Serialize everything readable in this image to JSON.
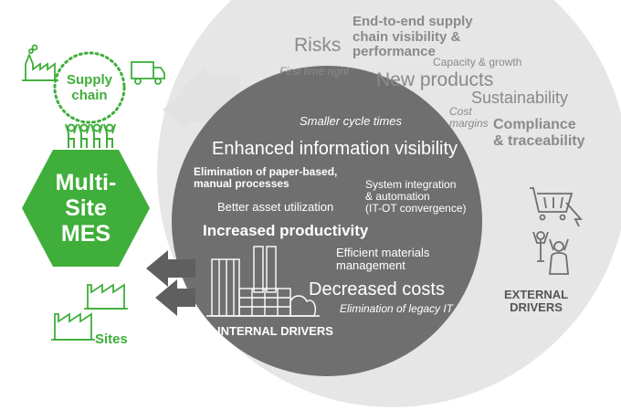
{
  "left": {
    "supply_chain": "Supply\nchain",
    "hexagon": "Multi-\nSite\nMES",
    "sites": "Sites"
  },
  "external": {
    "risks": "Risks",
    "end_to_end": "End-to-end supply\nchain visibility &\nperformance",
    "first_time_right": "First time right",
    "capacity": "Capacity & growth",
    "new_products": "New products",
    "sustainability": "Sustainability",
    "cost_margins": "Cost\nmargins",
    "compliance": "Compliance\n& traceability",
    "caption": "EXTERNAL\nDRIVERS"
  },
  "internal": {
    "smaller_cycle": "Smaller cycle times",
    "enhanced": "Enhanced information visibility",
    "paper": "Elimination of paper-based,\nmanual processes",
    "system_integration": "System integration\n& automation\n(IT-OT convergence)",
    "asset": "Better asset utilization",
    "productivity": "Increased productivity",
    "materials": "Efficient materials\nmanagement",
    "costs": "Decreased costs",
    "legacy": "Elimination of legacy IT",
    "caption": "INTERNAL DRIVERS"
  },
  "colors": {
    "green": "#3fae3a",
    "internal_circle": "#6f6f6f",
    "external_circle": "#e6e6e6",
    "arrow_dark": "#5f5f5f",
    "arrow_light": "#e2e2e2"
  },
  "icons": [
    "factory-icon",
    "truck-icon",
    "people-icon",
    "cart-icon",
    "sites-factory-icon",
    "building-icon"
  ]
}
